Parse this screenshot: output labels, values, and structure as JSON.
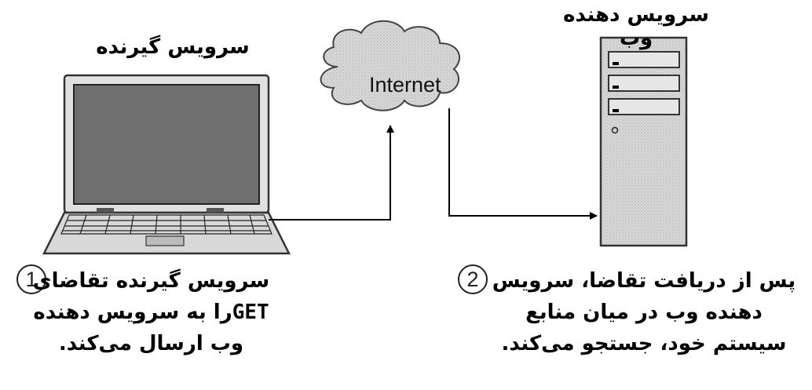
{
  "client": {
    "title": "سرویس گیرنده"
  },
  "server": {
    "title": "سرویس دهنده وب"
  },
  "cloud": {
    "label": "Internet"
  },
  "steps": [
    {
      "number": "1",
      "line1": "سرویس گیرنده تقاضای",
      "method": "GET",
      "line2_rest": "را به سرویس دهنده",
      "line3": "وب ارسال می‌کند."
    },
    {
      "number": "2",
      "line1": "پس از دریافت تقاضا، سرویس",
      "line2": "دهنده وب در میان منابع",
      "line3": "سیستم خود، جستجو می‌کند."
    }
  ]
}
